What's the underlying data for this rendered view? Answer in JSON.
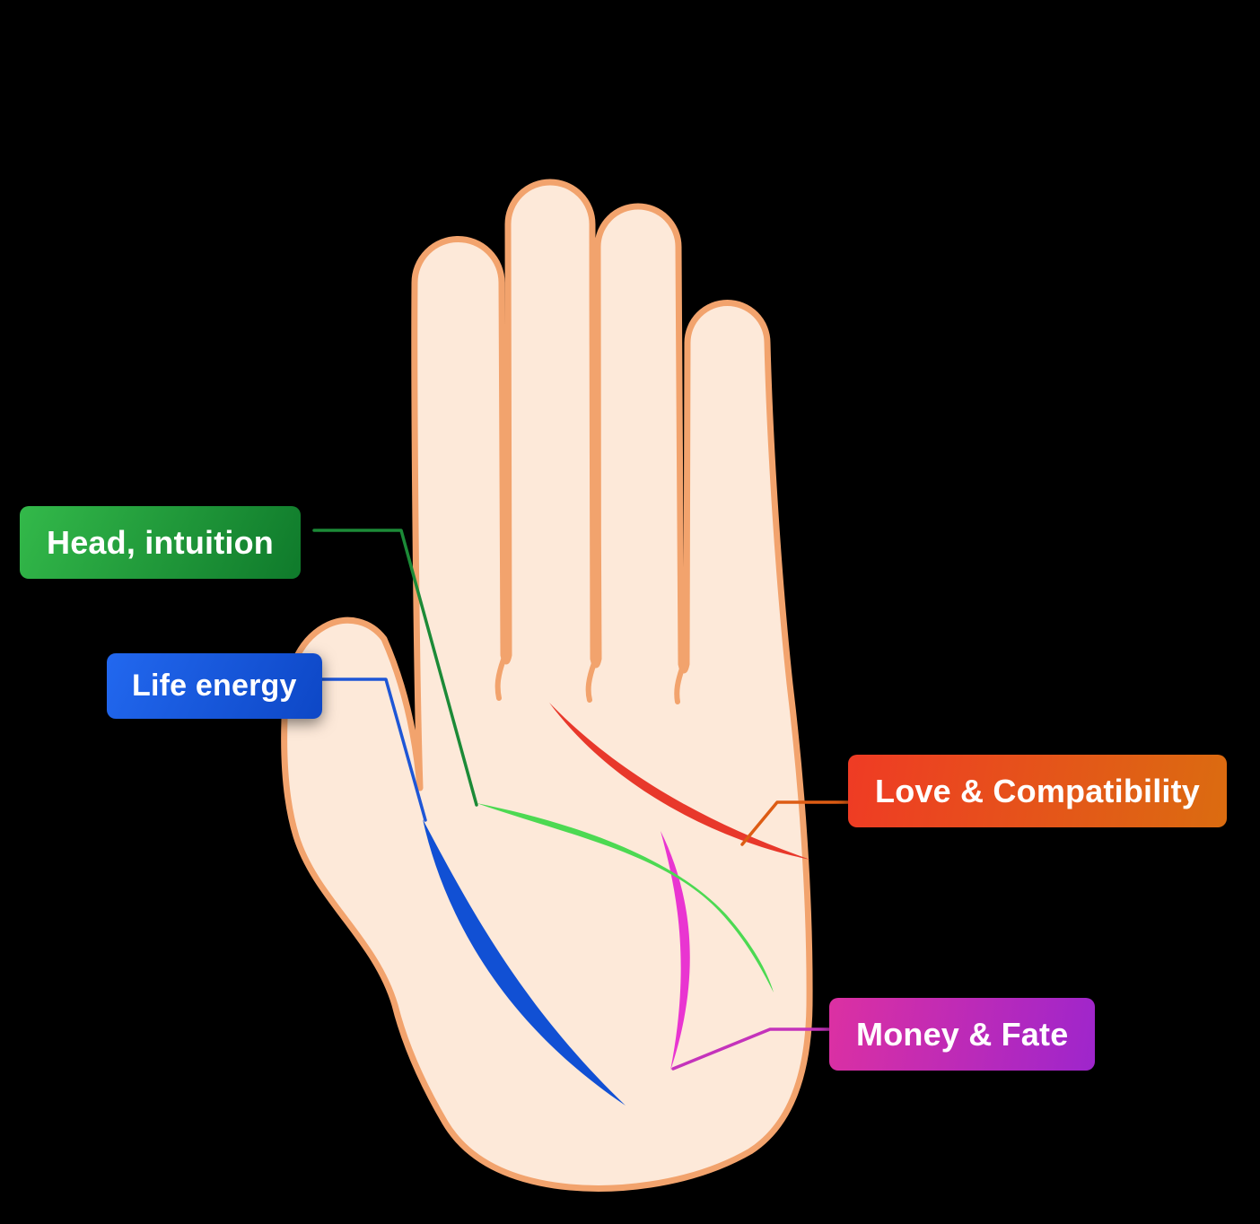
{
  "labels": {
    "head": {
      "text": "Head, intuition"
    },
    "life": {
      "text": "Life energy"
    },
    "love": {
      "text": "Love & Compatibility"
    },
    "money": {
      "text": "Money & Fate"
    }
  },
  "colors": {
    "bg": "#000000",
    "skin": "#fde9d9",
    "outline": "#f2a36d",
    "head_a": "#33b94a",
    "head_b": "#0f7a2b",
    "head_leader": "#1c8a37",
    "head_line": "#4cd952",
    "life_a": "#2268ef",
    "life_b": "#0d47c6",
    "life_leader": "#1e56d6",
    "life_line": "#1150d4",
    "love_a": "#ef3b24",
    "love_b": "#db6c10",
    "love_leader": "#dd5c14",
    "love_line": "#e8382b",
    "money_a": "#dc30a2",
    "money_b": "#9e25cc",
    "money_leader": "#c433bb",
    "money_line": "#e935d1"
  }
}
